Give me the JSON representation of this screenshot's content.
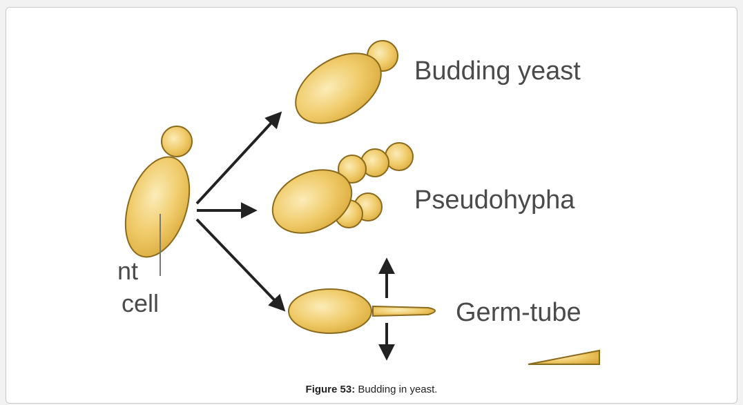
{
  "labels": {
    "budding_yeast": "Budding yeast",
    "pseudohypha": "Pseudohypha",
    "germ_tube": "Germ-tube",
    "partial_left_top": "nt",
    "partial_left_bottom": "cell"
  },
  "caption": {
    "prefix": "Figure 53:",
    "text": " Budding in yeast."
  },
  "colors": {
    "cell_fill": "#f0cb6a",
    "cell_stroke": "#8a6a1c",
    "arrow": "#222222"
  }
}
